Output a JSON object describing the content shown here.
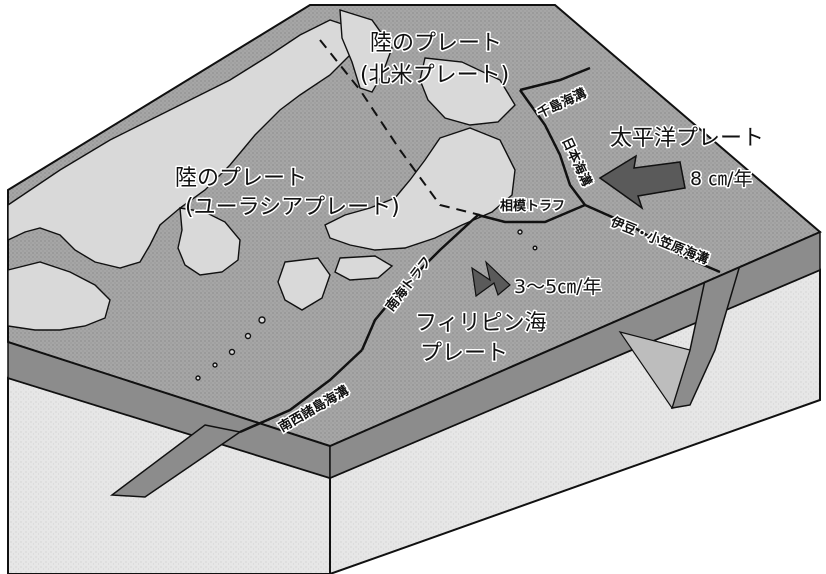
{
  "plates": {
    "continental_na": {
      "line1": "陸のプレート",
      "line2": "(北米プレート)"
    },
    "continental_eu": {
      "line1": "陸のプレート",
      "line2": "(ユーラシアプレート)"
    },
    "pacific": {
      "name": "太平洋プレート",
      "rate": "8 ㎝/年"
    },
    "philippine": {
      "line1": "フィリピン海",
      "line2": "プレート",
      "rate": "3～5㎝/年"
    }
  },
  "trenches": {
    "chishima": "千島海溝",
    "japan": "日本海溝",
    "izu_ogasawara": "伊豆・小笠原海溝",
    "sagami": "相模トラフ",
    "nankai": "南海トラフ",
    "nansei": "南西諸島海溝"
  },
  "colors": {
    "land": "#d9d9d9",
    "sea": "#a6a6a6",
    "side": "#e6e6e6",
    "slab": "#8c8c8c",
    "arrow": "#5a5a5a",
    "outline": "#111111"
  }
}
